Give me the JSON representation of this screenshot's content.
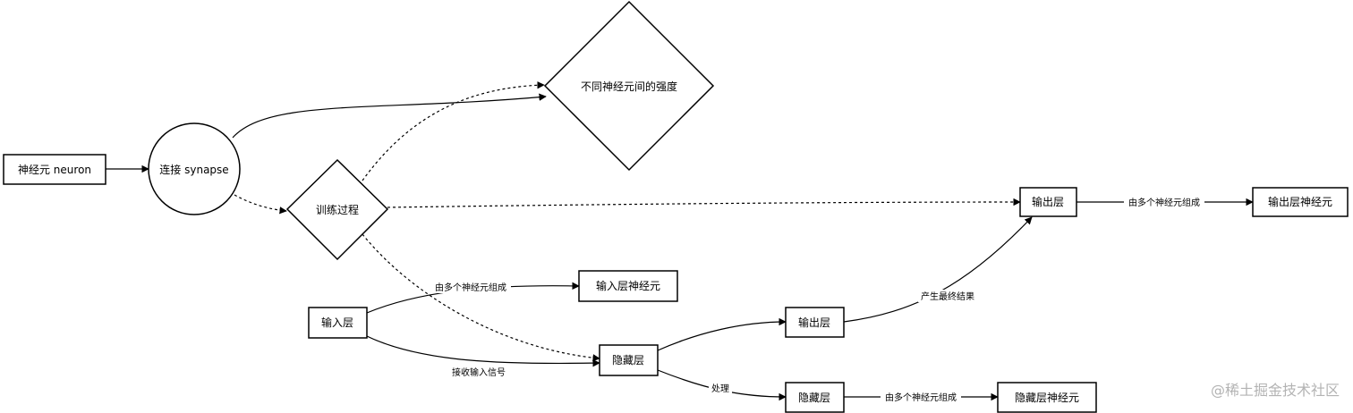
{
  "nodes": {
    "neuron": "神经元 neuron",
    "synapse": "连接 synapse",
    "strength": "不同神经元间的强度",
    "training": "训练过程",
    "output_layer_top": "输出层",
    "output_neurons": "输出层神经元",
    "input_layer": "输入层",
    "input_neurons": "输入层神经元",
    "hidden_layer": "隐藏层",
    "output_layer_mid": "输出层",
    "hidden_layer_bottom": "隐藏层",
    "hidden_neurons": "隐藏层神经元"
  },
  "edges": {
    "composed_of_top": "由多个神经元组成",
    "composed_of_input": "由多个神经元组成",
    "receive_signal": "接收输入信号",
    "final_result": "产生最终结果",
    "process": "处理",
    "composed_of_hidden": "由多个神经元组成"
  },
  "watermark": "@稀土掘金技术社区"
}
